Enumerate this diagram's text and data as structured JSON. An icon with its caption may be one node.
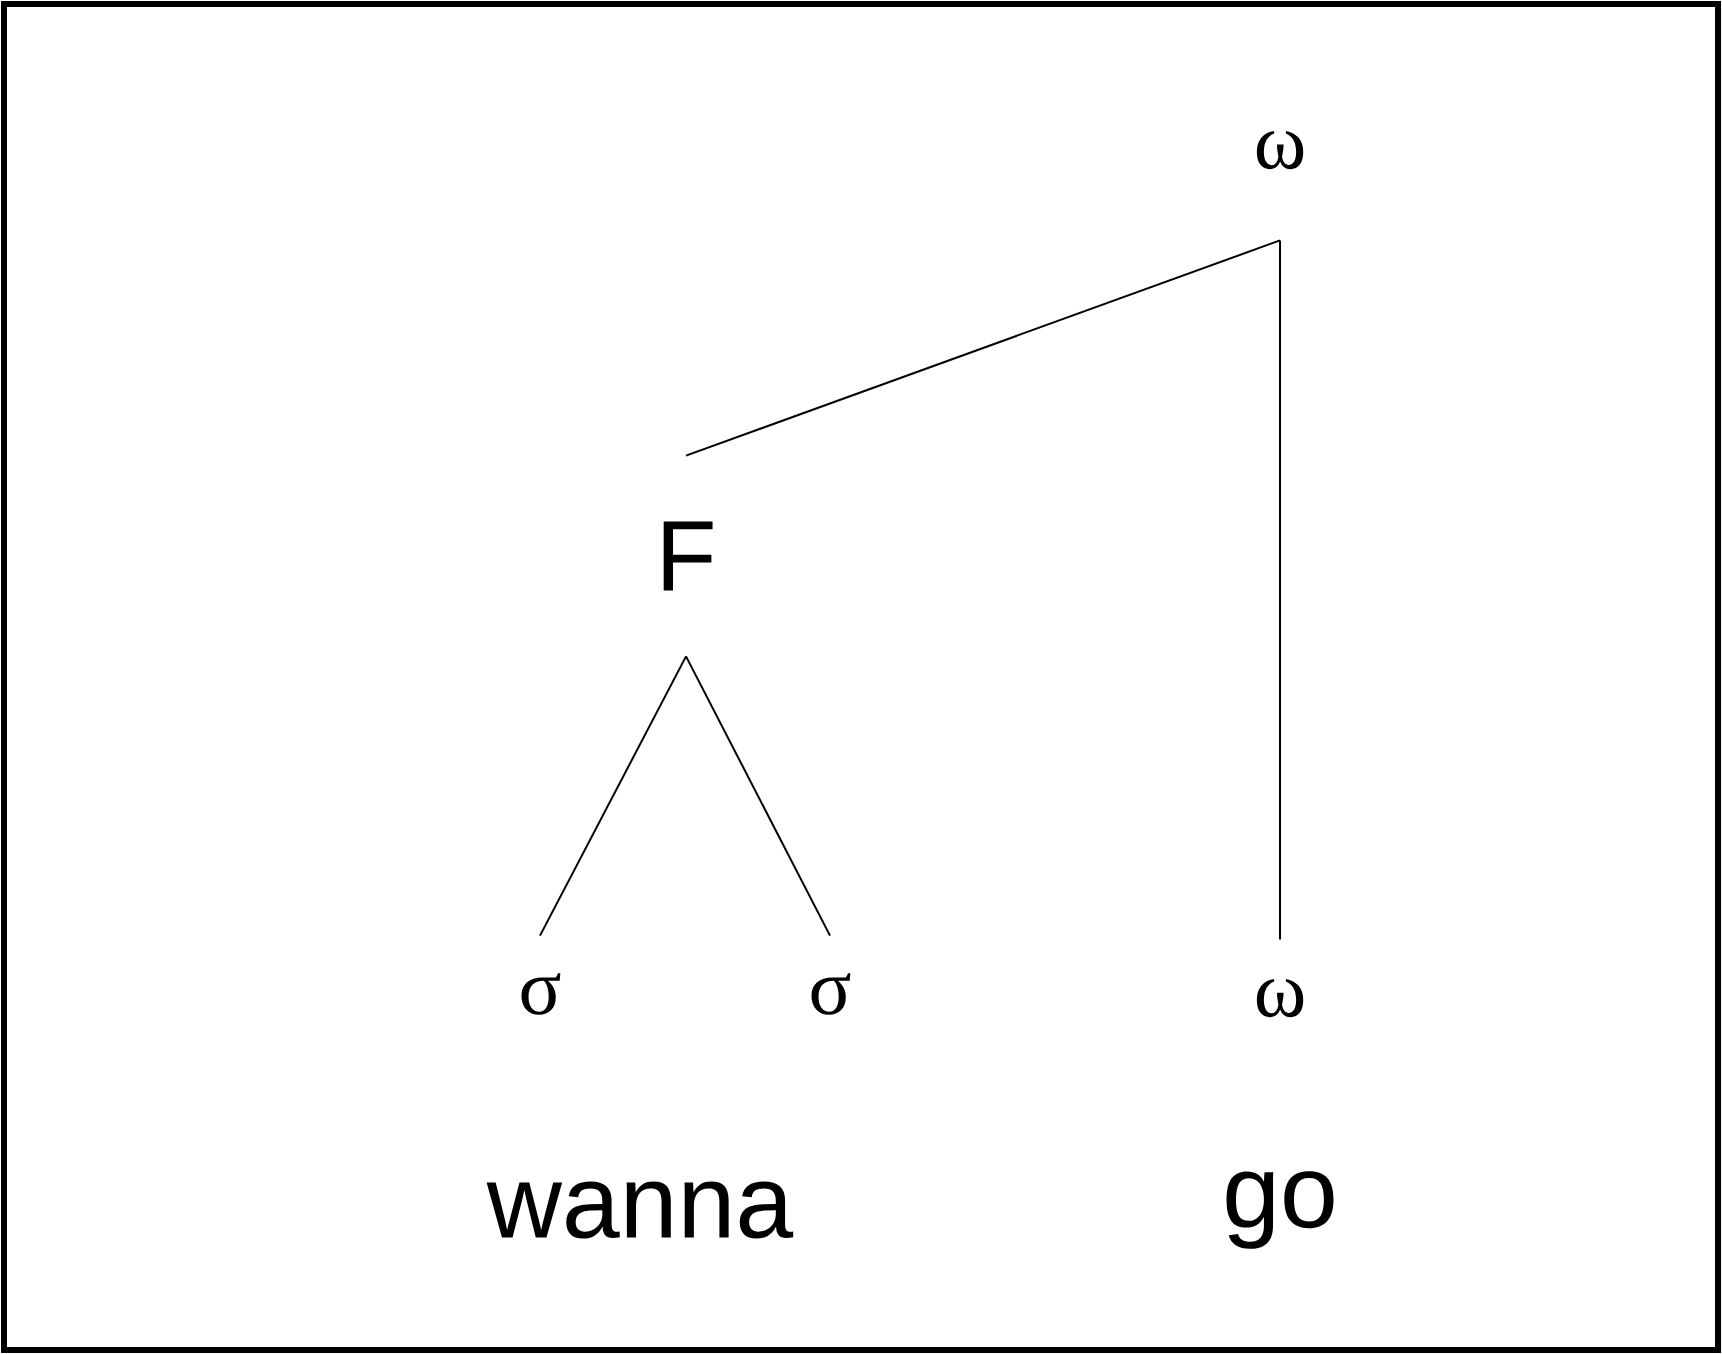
{
  "diagram": {
    "nodes": [
      {
        "text": [
          "ω"
        ]
      },
      {
        "text": [
          "F"
        ]
      },
      {
        "text": [
          "σ"
        ]
      },
      {
        "text": [
          "σ"
        ]
      },
      {
        "text": [
          "ω"
        ]
      }
    ],
    "edges": [
      {
        "from": 0,
        "to": 1,
        "arrow": "none"
      },
      {
        "from": 0,
        "to": 4,
        "arrow": "none"
      },
      {
        "from": 1,
        "to": 2,
        "arrow": "none"
      },
      {
        "from": 1,
        "to": 3,
        "arrow": "none"
      }
    ],
    "labels": [
      "wanna",
      "go"
    ]
  }
}
